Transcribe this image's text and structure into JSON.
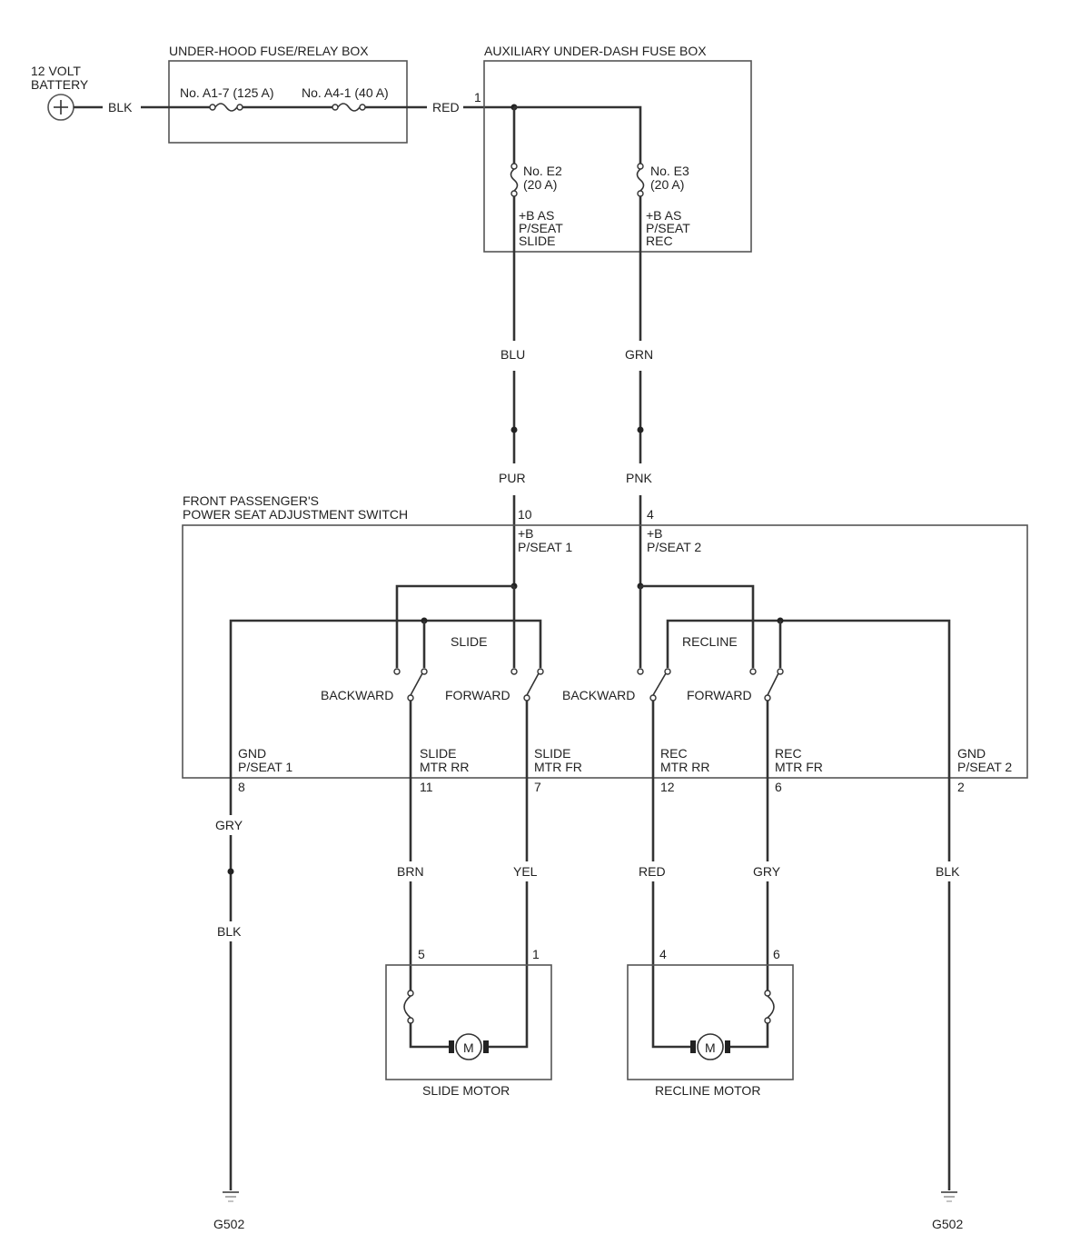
{
  "labels": {
    "battery_line1": "12 VOLT",
    "battery_line2": "BATTERY",
    "underhood_box": "UNDER-HOOD FUSE/RELAY BOX",
    "fuse_a17": "No. A1-7 (125 A)",
    "fuse_a41": "No. A4-1 (40 A)",
    "aux_box": "AUXILIARY UNDER-DASH FUSE BOX",
    "aux_pin1": "1",
    "fuse_e2_no": "No. E2",
    "fuse_e2_amp": "(20 A)",
    "fuse_e3_no": "No. E3",
    "fuse_e3_amp": "(20 A)",
    "e2_func1": "+B AS",
    "e2_func2": "P/SEAT",
    "e2_func3": "SLIDE",
    "e3_func1": "+B AS",
    "e3_func2": "P/SEAT",
    "e3_func3": "REC",
    "switch_title1": "FRONT PASSENGER'S",
    "switch_title2": "POWER SEAT ADJUSTMENT SWITCH",
    "sw_pin10": "10",
    "sw_pin4": "4",
    "pseat1_l1": "+B",
    "pseat1_l2": "P/SEAT 1",
    "pseat2_l1": "+B",
    "pseat2_l2": "P/SEAT 2",
    "slide": "SLIDE",
    "recline": "RECLINE",
    "backward": "BACKWARD",
    "forward": "FORWARD",
    "gnd1_l1": "GND",
    "gnd1_l2": "P/SEAT 1",
    "slide_rr_l1": "SLIDE",
    "slide_rr_l2": "MTR RR",
    "slide_fr_l1": "SLIDE",
    "slide_fr_l2": "MTR FR",
    "rec_rr_l1": "REC",
    "rec_rr_l2": "MTR RR",
    "rec_fr_l1": "REC",
    "rec_fr_l2": "MTR FR",
    "gnd2_l1": "GND",
    "gnd2_l2": "P/SEAT 2",
    "pin8": "8",
    "pin11": "11",
    "pin7": "7",
    "pin12": "12",
    "pin6": "6",
    "pin2": "2",
    "slide_motor": "SLIDE MOTOR",
    "recline_motor": "RECLINE MOTOR",
    "slide_pin5": "5",
    "slide_pin1": "1",
    "recline_pin4": "4",
    "recline_pin6": "6",
    "motor_symbol": "M",
    "ground_left": "G502",
    "ground_right": "G502"
  },
  "wire_colors": {
    "battery_out": "BLK",
    "to_aux": "RED",
    "e2_out": "BLU",
    "e3_out": "GRN",
    "e2_switch": "PUR",
    "e3_switch": "PNK",
    "gnd1_upper": "GRY",
    "gnd1_lower": "BLK",
    "slide_rr": "BRN",
    "slide_fr": "YEL",
    "rec_rr": "RED",
    "rec_fr": "GRY",
    "gnd2": "BLK"
  },
  "icons": {
    "battery": "battery-positive-icon",
    "fuse": "fuse-icon",
    "motor": "motor-icon",
    "ground": "ground-icon",
    "switch": "switch-contact-icon"
  }
}
